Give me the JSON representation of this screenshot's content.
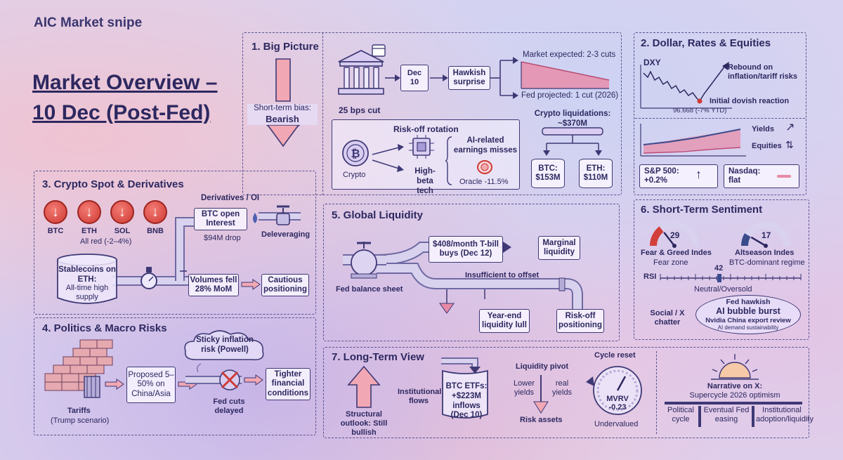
{
  "brand": "AIC Market snipe",
  "title_line1": "Market Overview –",
  "title_line2": "10 Dec (Post-Fed)",
  "big_picture": {
    "heading": "1. Big Picture",
    "bias_label": "Short-term bias:",
    "bias_value": "Bearish",
    "cut_label": "25 bps cut",
    "date_month": "Dec",
    "date_day": "10",
    "hawkish": "Hawkish surprise",
    "market_expected": "Market expected: 2-3 cuts",
    "fed_projected": "Fed projected: 1 cut (2026)",
    "rotation_title": "Risk-off rotation",
    "crypto_label": "Crypto",
    "high_beta": "High-beta tech",
    "ai_misses": "AI-related earnings misses",
    "oracle": "Oracle -11.5%",
    "liquidations_title": "Crypto liquidations: ~$370M",
    "btc_liq": "BTC: $153M",
    "eth_liq": "ETH: $110M"
  },
  "dollar": {
    "heading": "2. Dollar, Rates & Equities",
    "dxy": "DXY",
    "rebound": "Rebound on inflation/tariff risks",
    "dovish": "Initial dovish reaction",
    "dxy_value": "96.668 (-7% YTD)",
    "yields": "Yields",
    "equities": "Equities",
    "sp500": "S&P 500: +0.2%",
    "nasdaq": "Nasdaq: flat"
  },
  "crypto_spot": {
    "heading": "3. Crypto Spot & Derivatives",
    "coins": [
      "BTC",
      "ETH",
      "SOL",
      "BNB"
    ],
    "all_red": "All red (-2–4%)",
    "deriv_label": "Derivatives / OI",
    "btc_oi": "BTC open Interest",
    "oi_drop": "$94M drop",
    "delever": "Deleveraging",
    "stablecoins": "Stablecoins on ETH:",
    "stablecoins_sub": "All-time high supply",
    "volumes": "Volumes fell 28% MoM",
    "cautious": "Cautious positioning"
  },
  "politics": {
    "heading": "4. Politics & Macro Risks",
    "tariffs": "Tariffs",
    "tariffs_sub": "(Trump scenario)",
    "proposed": "Proposed 5–50% on China/Asia",
    "sticky": "Sticky inflation risk (Powell)",
    "fed_delayed": "Fed cuts delayed",
    "tighter": "Tighter financial conditions"
  },
  "liquidity": {
    "heading": "5. Global Liquidity",
    "tbill": "$408/month T-bill buys (Dec 12)",
    "marginal": "Marginal liquidity",
    "insufficient": "Insufficient to offset",
    "fed_bs": "Fed balance sheet",
    "year_end": "Year-end liquidity lull",
    "risk_off": "Risk-off positioning"
  },
  "sentiment": {
    "heading": "6. Short-Term Sentiment",
    "fear_value": "29",
    "fear_label": "Fear & Greed Indes",
    "fear_sub": "Fear zone",
    "fear_level": 0.29,
    "alt_value": "17",
    "alt_label": "Altseason Indes",
    "alt_sub": "BTC-dominant regime",
    "alt_level": 0.17,
    "rsi_label": "RSI",
    "rsi_value": "42",
    "rsi_level": 0.42,
    "rsi_sub": "Neutral/Oversold",
    "social": "Social / X chatter",
    "bubble1": "Fed hawkish",
    "bubble2": "AI bubble burst",
    "bubble3": "Nvidia China export review",
    "bubble4": "AI demand sustainability"
  },
  "long_term": {
    "heading": "7. Long-Term View",
    "structural": "Structural outlook: Still bullish",
    "institutional": "Institutional flows",
    "etf": "BTC ETFs: +$223M inflows (Dec 10)",
    "pivot": "Liquidity pivot",
    "lower": "Lower yields",
    "real": "real yields",
    "risk_assets": "Risk assets",
    "cycle": "Cycle reset",
    "mvrv": "MVRV",
    "mvrv_value": "-0.23",
    "undervalued": "Undervalued",
    "narrative": "Narrative on X:",
    "supercycle": "Supercycle 2026 optimism",
    "political": "Political cycle",
    "fed_easing": "Eventual Fed easing",
    "adoption": "Institutional adoption/liquidity"
  },
  "colors": {
    "ink": "#2f2a5a",
    "red": "#cf3a34",
    "pink": "#e07a98",
    "blue": "#3a4b8c"
  }
}
